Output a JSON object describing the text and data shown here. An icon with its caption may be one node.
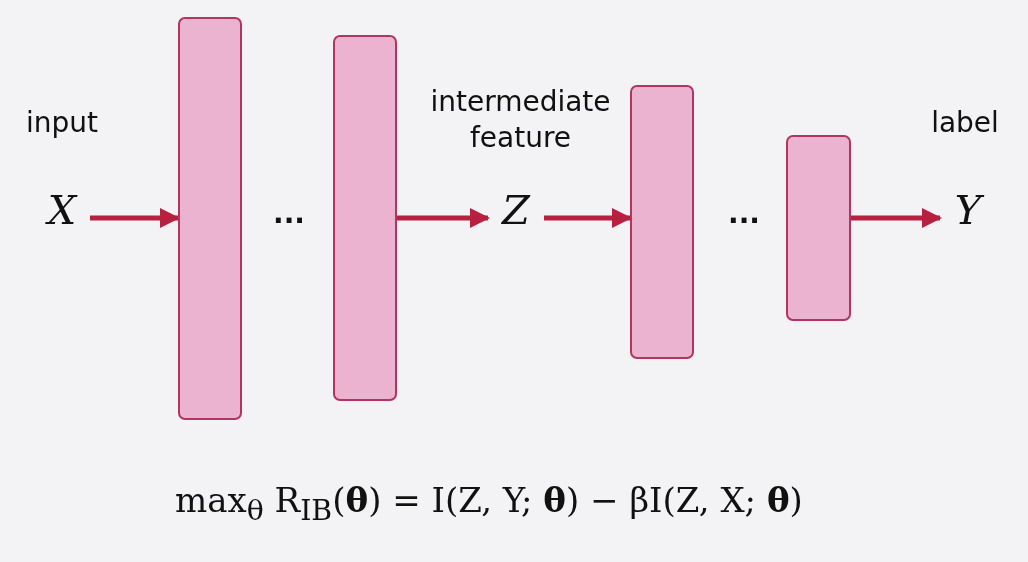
{
  "diagram": {
    "nodes": [
      {
        "text": [
          "X"
        ],
        "beside": [
          "input"
        ]
      },
      {
        "text": [],
        "shape": "bar"
      },
      {
        "text": [],
        "shape": "bar"
      },
      {
        "text": [
          "Z"
        ]
      },
      {
        "text": [],
        "shape": "bar"
      },
      {
        "text": [],
        "shape": "bar"
      },
      {
        "text": [
          "Y"
        ],
        "beside": [
          "label"
        ]
      }
    ],
    "edges": [
      {
        "from": 0,
        "to": 1,
        "arrow": "to"
      },
      {
        "from": 2,
        "to": 3,
        "arrow": "to"
      },
      {
        "from": 3,
        "to": 4,
        "arrow": "to"
      },
      {
        "from": 5,
        "to": 6,
        "arrow": "to"
      }
    ],
    "labels": [
      "intermediate feature",
      "...",
      "...",
      "max$_{θ}$ R$_{IB}$(**θ**) = I(Z, Y; **θ**) − βI(Z, X; **θ**)"
    ]
  }
}
